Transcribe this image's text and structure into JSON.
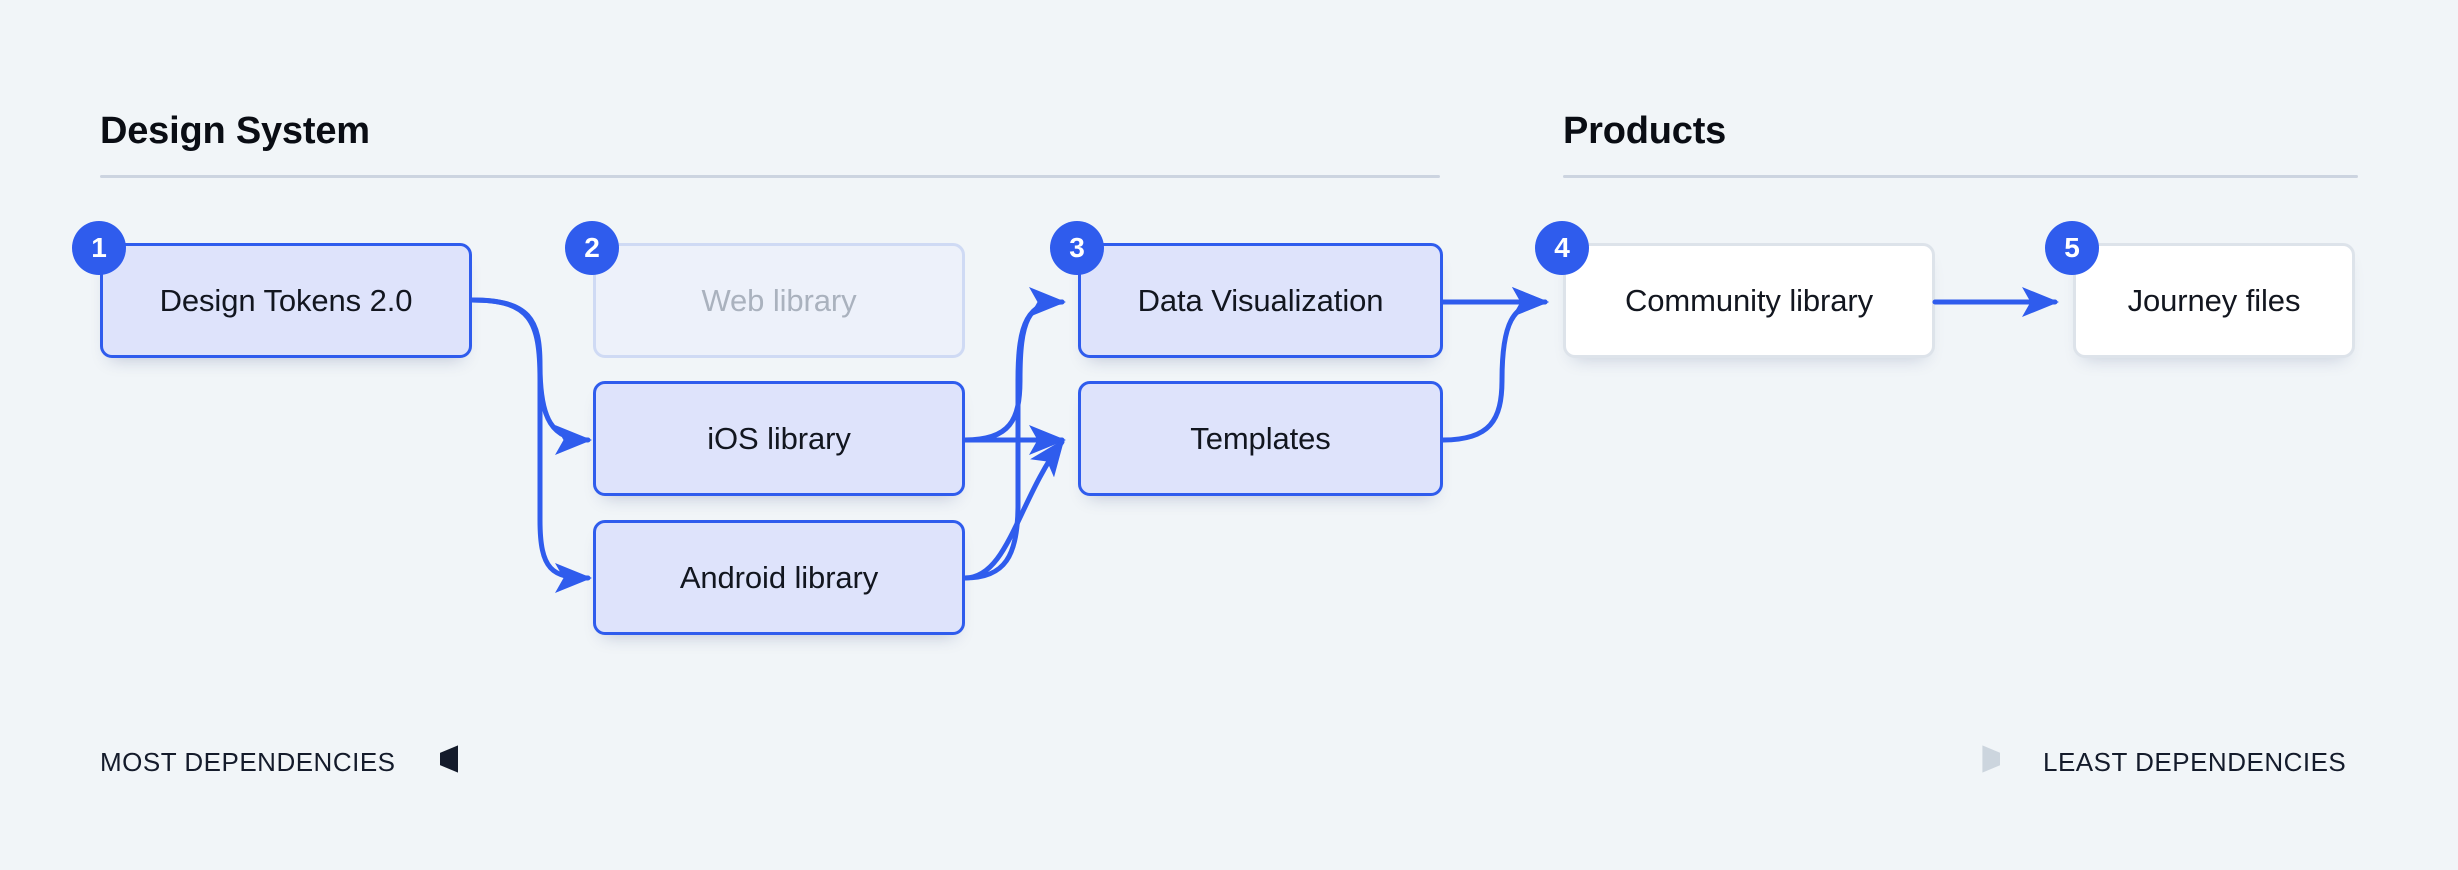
{
  "sections": [
    {
      "title": "Design System"
    },
    {
      "title": "Products"
    }
  ],
  "nodes": [
    {
      "badge": "1",
      "label": "Design Tokens 2.0",
      "style": "ds"
    },
    {
      "badge": "2",
      "label": "Web library",
      "style": "muted"
    },
    {
      "badge": "",
      "label": "iOS library",
      "style": "ds"
    },
    {
      "badge": "",
      "label": "Android library",
      "style": "ds"
    },
    {
      "badge": "3",
      "label": "Data Visualization",
      "style": "ds"
    },
    {
      "badge": "",
      "label": "Templates",
      "style": "ds"
    },
    {
      "badge": "4",
      "label": "Community library",
      "style": "product"
    },
    {
      "badge": "5",
      "label": "Journey files",
      "style": "product"
    }
  ],
  "legend": {
    "left_label": "MOST DEPENDENCIES",
    "right_label": "LEAST DEPENDENCIES"
  },
  "colors": {
    "accent": "#2f5ced",
    "node_fill": "#dee3fb",
    "background": "#f1f5f8",
    "muted_text": "#aab2be",
    "rule": "#ccd4e0"
  }
}
